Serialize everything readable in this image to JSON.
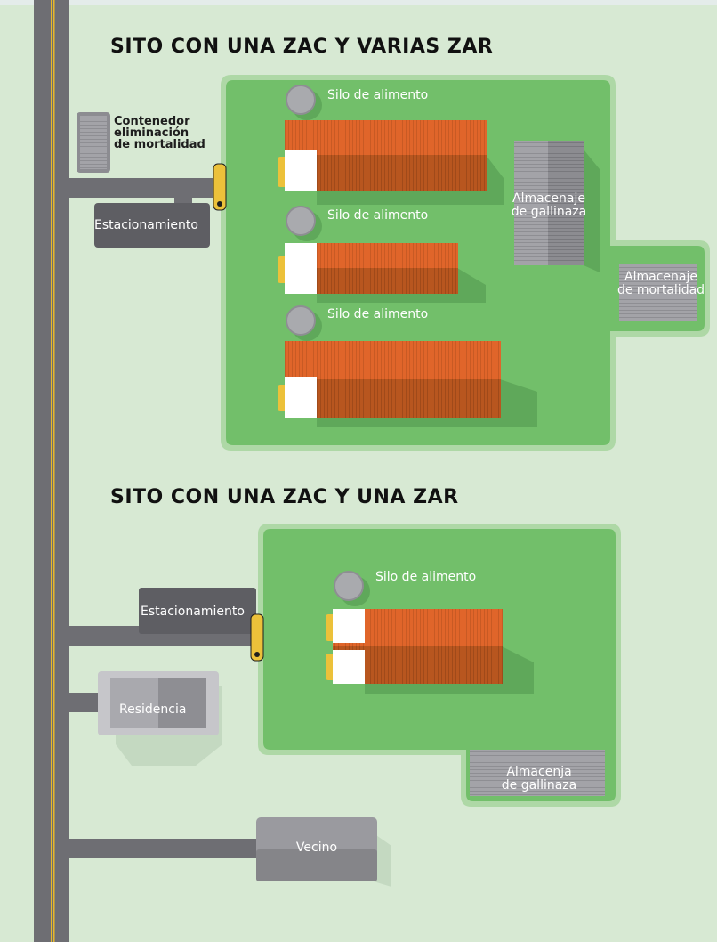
{
  "sections": [
    {
      "title": "SITO CON UNA ZAC Y VARIAS ZAR",
      "labels": {
        "silo_1": "Silo de alimento",
        "silo_2": "Silo de alimento",
        "silo_3": "Silo de alimento",
        "container_line1": "Contenedor",
        "container_line2": "eliminación",
        "container_line3": "de mortalidad",
        "parking": "Estacionamiento",
        "manure_line1": "Almacenaje",
        "manure_line2": "de gallinaza",
        "mortality_line1": "Almacenaje",
        "mortality_line2": "de mortalidad"
      }
    },
    {
      "title": "SITO CON UNA ZAC Y UNA ZAR",
      "labels": {
        "silo": "Silo de alimento",
        "parking": "Estacionamiento",
        "residence": "Residencia",
        "manure_line1": "Almacenja",
        "manure_line2": "de gallinaza",
        "neighbor": "Vecino"
      }
    }
  ],
  "colors": {
    "background": "#d7e9d3",
    "zone_green": "#72bf6a",
    "zone_border": "#aed8a6",
    "road": "#6e6e73",
    "roof_orange": "#e0652a",
    "roof_dark": "#b8561f",
    "gate_yellow": "#ecc13a",
    "silo_gray": "#a9aaae"
  }
}
